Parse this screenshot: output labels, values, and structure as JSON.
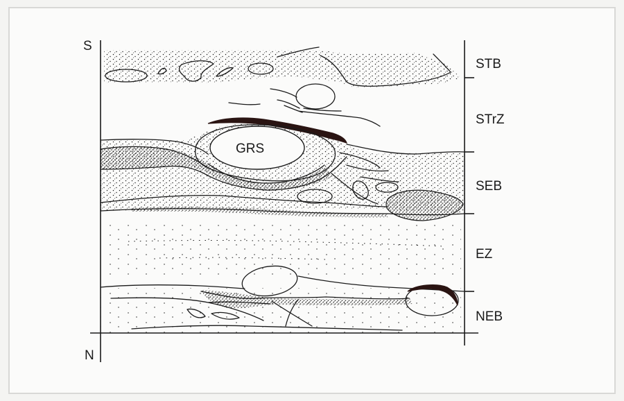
{
  "diagram": {
    "axis_labels": {
      "south": "S",
      "north": "N"
    },
    "spot_label": "GRS",
    "zones": [
      {
        "label": "STB"
      },
      {
        "label": "STrZ"
      },
      {
        "label": "SEB"
      },
      {
        "label": "EZ"
      },
      {
        "label": "NEB"
      }
    ],
    "colors": {
      "ink": "#1a1a1a",
      "dark_rim": "#2a1412",
      "paper": "#fbfbfa"
    }
  }
}
